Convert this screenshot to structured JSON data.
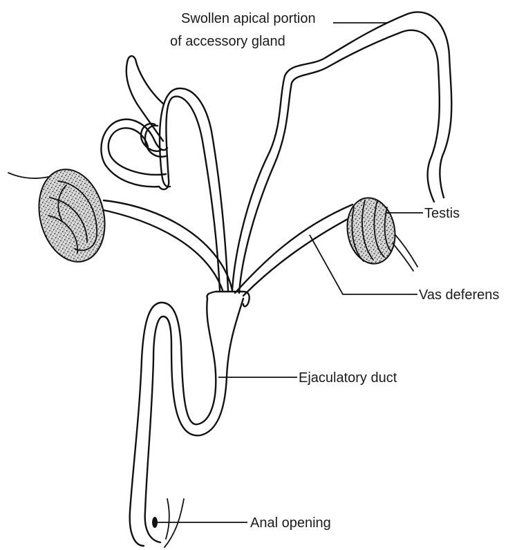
{
  "labels": {
    "accessory_gland_line1": "Swollen apical portion",
    "accessory_gland_line2": "of accessory gland",
    "testis": "Testis",
    "vas_deferens": "Vas deferens",
    "ejaculatory_duct": "Ejaculatory duct",
    "anal_opening": "Anal opening"
  },
  "colors": {
    "ink": "#111111",
    "background": "#ffffff",
    "stipple": "#222222"
  }
}
